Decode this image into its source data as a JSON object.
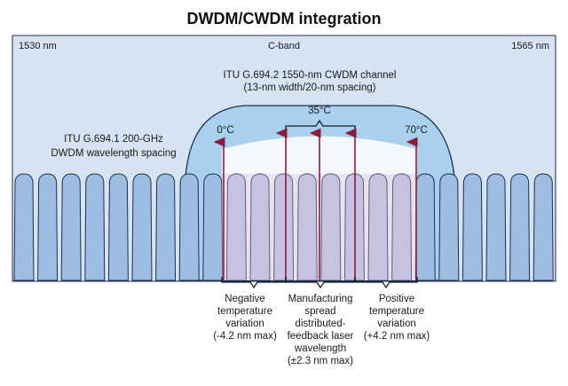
{
  "title": "DWDM/CWDM integration",
  "band": {
    "left_wavelength": "1530 nm",
    "center_label": "C-band",
    "right_wavelength": "1565 nm"
  },
  "cwdm": {
    "line1": "ITU G.694.2  1550-nm CWDM channel",
    "line2": "(13-nm width/20-nm spacing)"
  },
  "dwdm": {
    "line1": "ITU G.694.1  200-GHz",
    "line2": "DWDM wavelength spacing"
  },
  "temps": {
    "low": "0°C",
    "mid": "35°C",
    "high": "70°C"
  },
  "annotations": {
    "negative": [
      "Negative",
      "temperature",
      "variation",
      "(-4.2 nm max)"
    ],
    "manufacturing": [
      "Manufacturing",
      "spread",
      "distributed-",
      "feedback laser",
      "wavelength",
      "(±2.3 nm max)"
    ],
    "positive": [
      "Positive",
      "temperature",
      "variation",
      "(+4.2 nm max)"
    ]
  },
  "colors": {
    "panel_bg": "#d6e3f0",
    "dwdm_channel": "#9fbde0",
    "cwdm_channel": "#a9d0ee",
    "variation_region": "#dcc7de",
    "arrow": "#8a1c3c",
    "outline": "#1c2f52"
  }
}
